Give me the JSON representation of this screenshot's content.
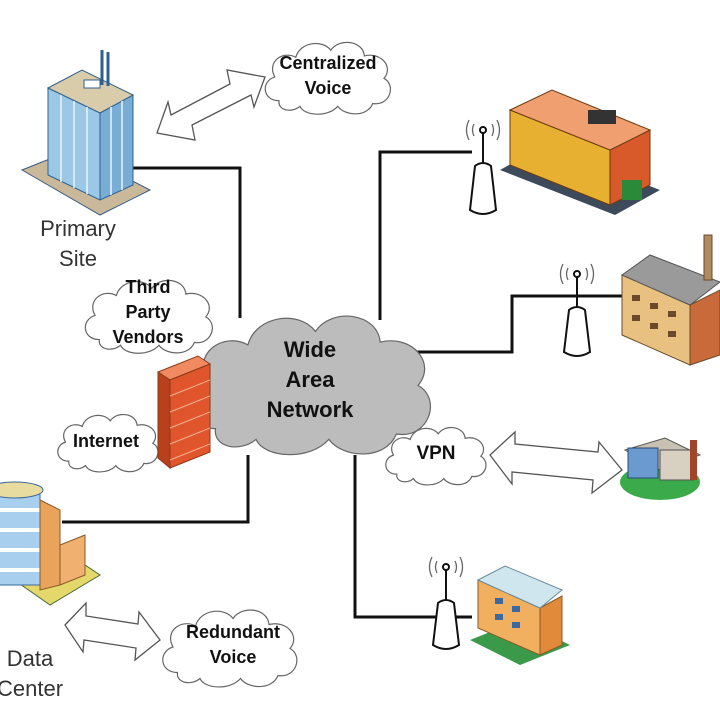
{
  "diagram": {
    "wan": {
      "lines": [
        "Wide",
        "Area",
        "Network"
      ]
    },
    "clouds": {
      "centralized_voice": [
        "Centralized",
        "Voice"
      ],
      "third_party_vendors": [
        "Third",
        "Party",
        "Vendors"
      ],
      "internet": [
        "Internet"
      ],
      "vpn": [
        "VPN"
      ],
      "redundant_voice": [
        "Redundant",
        "Voice"
      ]
    },
    "sites": {
      "primary_site": [
        "Primary",
        "Site"
      ],
      "data_center": [
        "Data",
        "Center"
      ]
    },
    "colors": {
      "wan_cloud": "#bcbcbc",
      "cloud_fill": "#ffffff",
      "link": "#111111",
      "firewall": "#e0552b"
    }
  }
}
